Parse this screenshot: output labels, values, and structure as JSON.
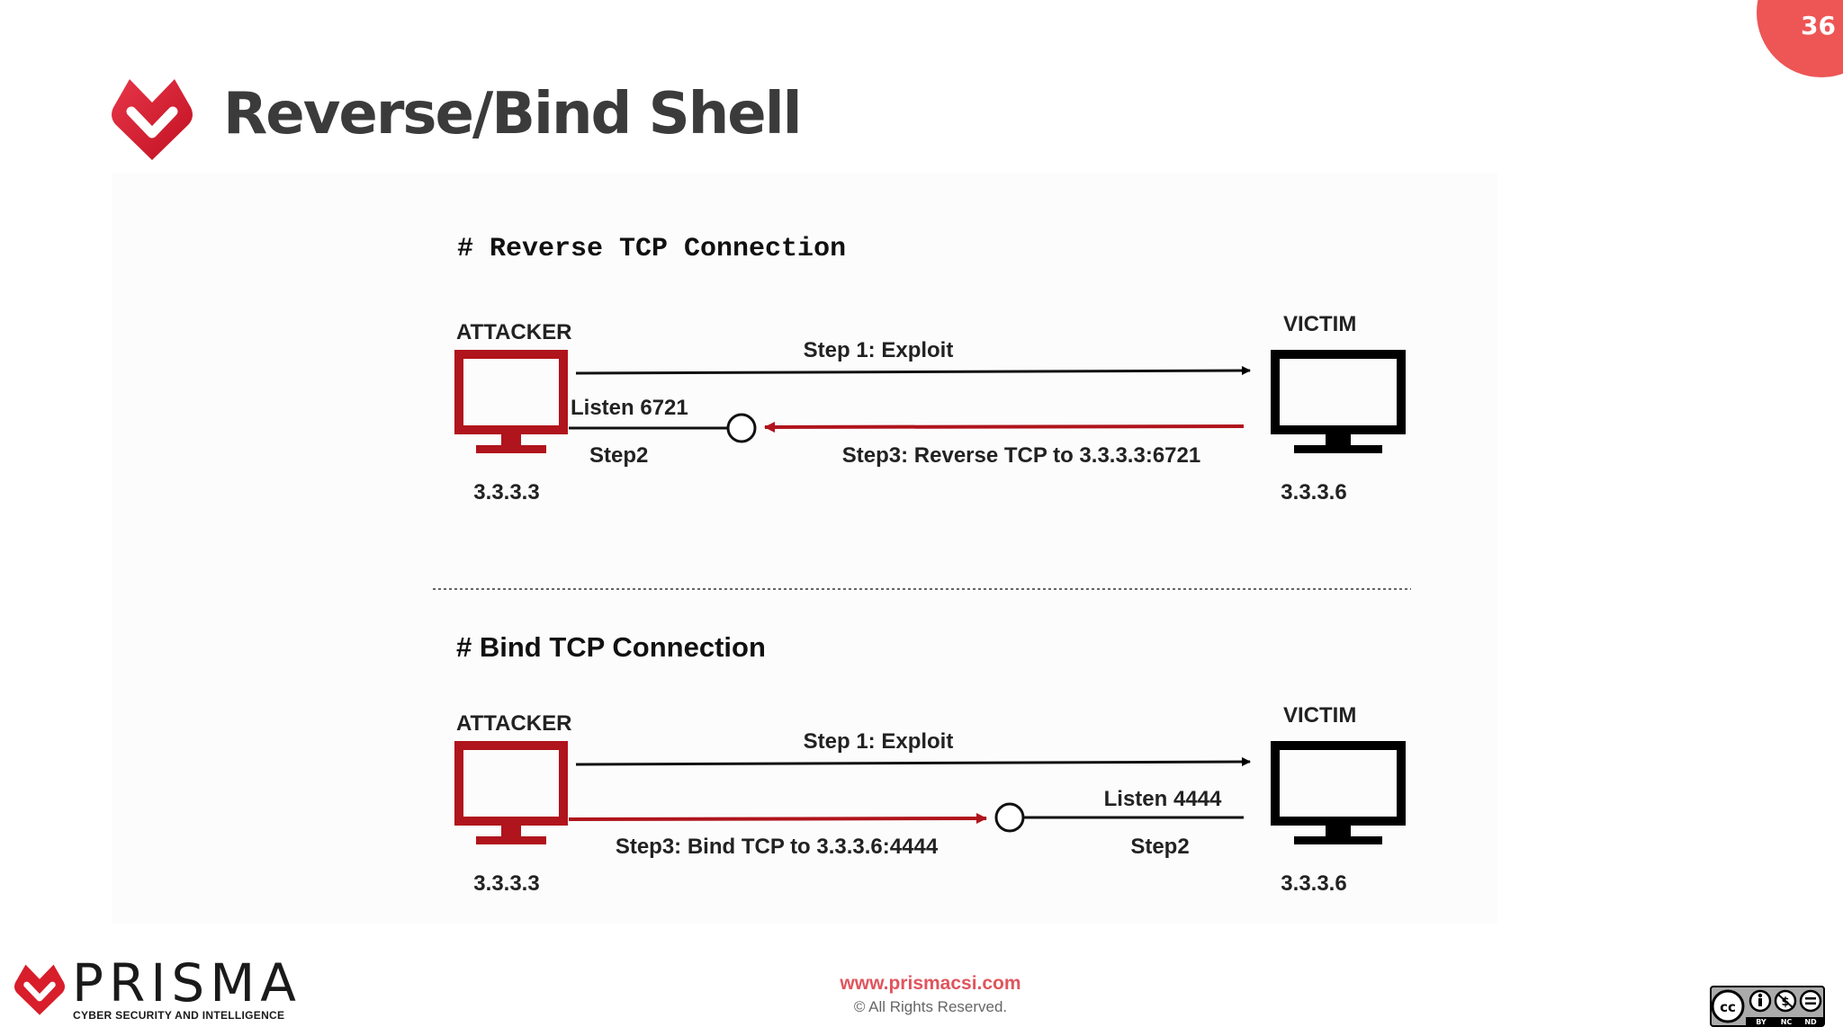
{
  "slide": {
    "page_number": "36",
    "title": "Reverse/Bind Shell"
  },
  "diagram": {
    "reverse": {
      "heading": "# Reverse TCP Connection",
      "attacker_label": "ATTACKER",
      "victim_label": "VICTIM",
      "step1_label": "Step 1: Exploit",
      "listen_label": "Listen 6721",
      "step2_label": "Step2",
      "step3_label": "Step3: Reverse TCP to 3.3.3.3:6721",
      "attacker_ip": "3.3.3.3",
      "victim_ip": "3.3.3.6"
    },
    "bind": {
      "heading": "# Bind TCP Connection",
      "attacker_label": "ATTACKER",
      "victim_label": "VICTIM",
      "step1_label": "Step 1: Exploit",
      "listen_label": "Listen 4444",
      "step2_label": "Step2",
      "step3_label": "Step3: Bind TCP to 3.3.3.6:4444",
      "attacker_ip": "3.3.3.3",
      "victim_ip": "3.3.3.6"
    },
    "colors": {
      "attacker": "#b0141c",
      "victim": "#000000",
      "reverse_connection": "#b0141c",
      "bind_connection": "#b0141c"
    }
  },
  "footer": {
    "brand_name": "PRISMA",
    "brand_tagline": "CYBER SECURITY AND INTELLIGENCE",
    "url": "www.prismacsi.com",
    "copyright": "© All Rights Reserved.",
    "license_icon": "cc-by-nc-nd-icon",
    "license_labels": [
      "BY",
      "NC",
      "ND"
    ]
  },
  "theme": {
    "accent": "#e0545d",
    "badge": "#ee5555",
    "logo_red": "#d81e2a"
  }
}
